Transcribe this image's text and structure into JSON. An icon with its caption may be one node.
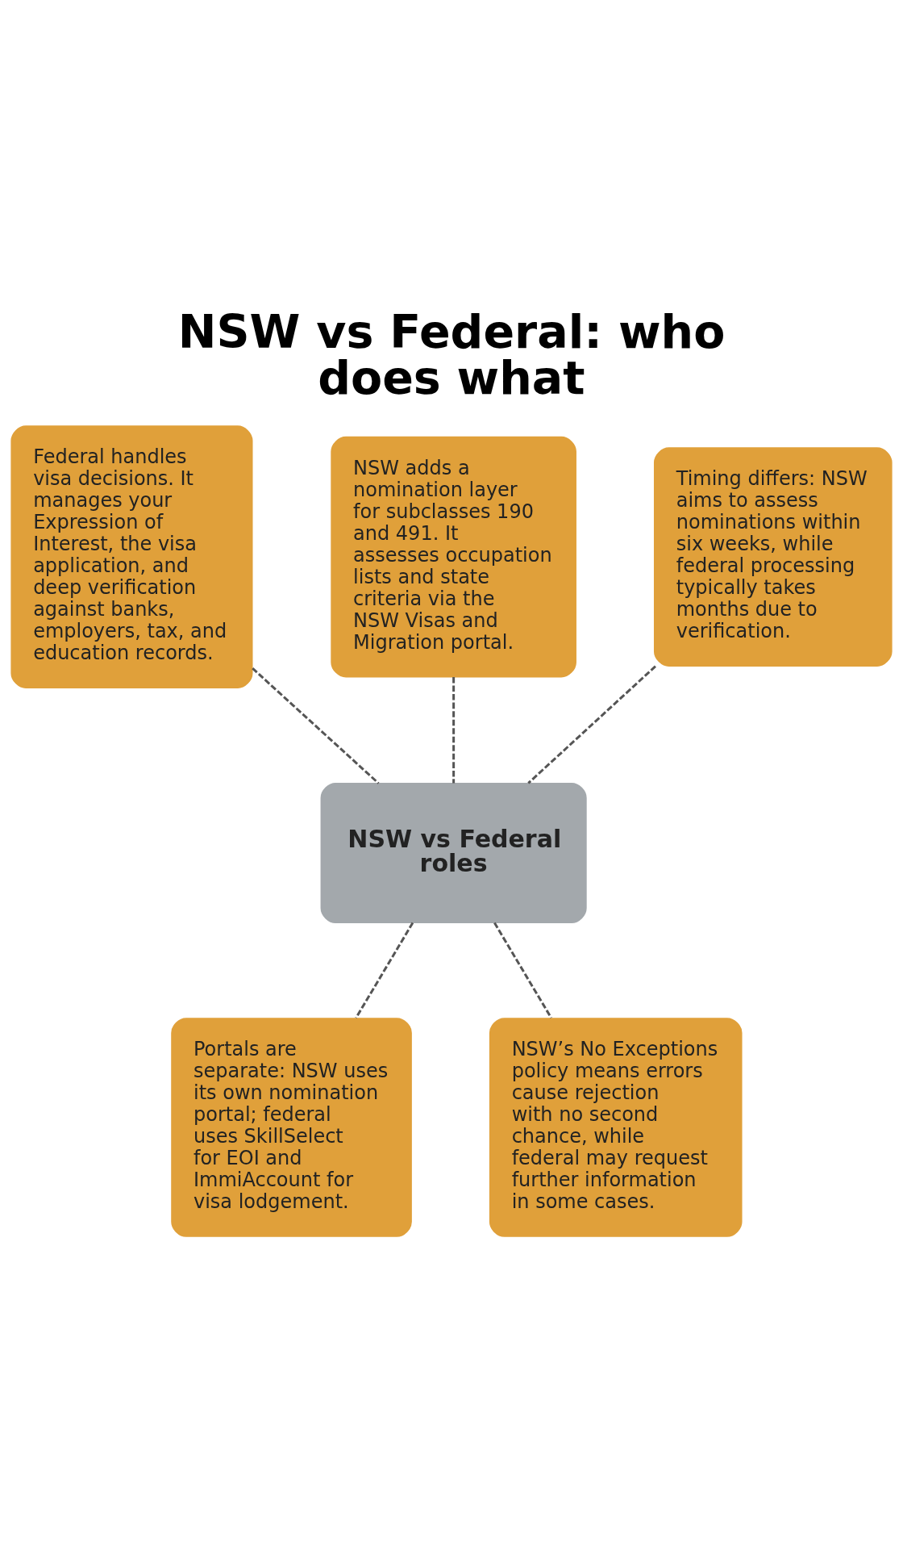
{
  "diagram": {
    "title": "NSW vs Federal: who does what",
    "nodes": [
      {
        "text": [
          "Federal handles visa decisions. It manages your Expression of Interest, the visa application, and deep verification against banks, employers, tax, and education records."
        ]
      },
      {
        "text": [
          "NSW adds a nomination layer for subclasses 190 and 491. It assesses occupation lists and state criteria via the NSW Visas and Migration portal."
        ]
      },
      {
        "text": [
          "Timing differs: NSW aims to assess nominations within six weeks, while federal processing typically takes months due to verification."
        ]
      },
      {
        "text": [
          "NSW vs Federal roles"
        ]
      },
      {
        "text": [
          "Portals are separate: NSW uses its own nomination portal; federal uses SkillSelect for EOI and ImmiAccount for visa lodgement."
        ]
      },
      {
        "text": [
          "NSW’s No Exceptions policy means errors cause rejection with no second chance, while federal may request further information in some cases."
        ]
      }
    ],
    "edges": [
      {
        "from": 0,
        "to": 3,
        "arrow": "none",
        "style": "dashed"
      },
      {
        "from": 1,
        "to": 3,
        "arrow": "none",
        "style": "dashed"
      },
      {
        "from": 2,
        "to": 3,
        "arrow": "none",
        "style": "dashed"
      },
      {
        "from": 3,
        "to": 4,
        "arrow": "none",
        "style": "dashed"
      },
      {
        "from": 3,
        "to": 5,
        "arrow": "none",
        "style": "dashed"
      }
    ]
  }
}
